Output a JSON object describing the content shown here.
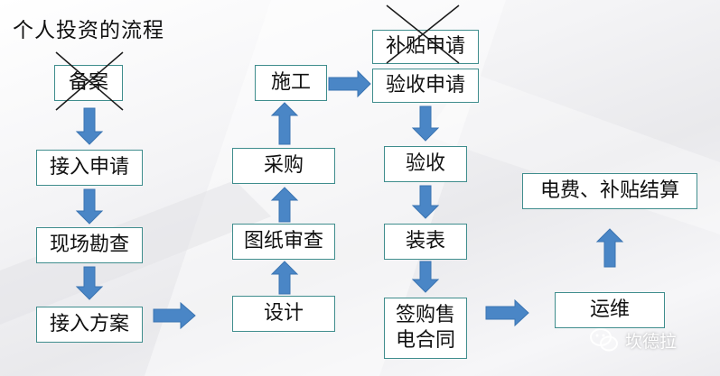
{
  "title": "个人投资的流程",
  "steps": {
    "beian": "备案",
    "jieru_shenqing": "接入申请",
    "xianchang_kancha": "现场勘查",
    "jieru_fangan": "接入方案",
    "sheji": "设计",
    "tuzhi_shencha": "图纸审查",
    "caigou": "采购",
    "shigong": "施工",
    "butie_shenqing": "补贴申请",
    "yanshou_shenqing": "验收申请",
    "yanshou": "验收",
    "zhuangbiao": "装表",
    "qian_line1": "签购售",
    "qian_line2": "电合同",
    "yunwei": "运维",
    "jiesuan": "电费、补贴结算"
  },
  "watermark": "坎德拉",
  "colors": {
    "arrow": "#4a86c6",
    "box_border": "#3f8d8d",
    "strike": "#1a1a1a"
  }
}
